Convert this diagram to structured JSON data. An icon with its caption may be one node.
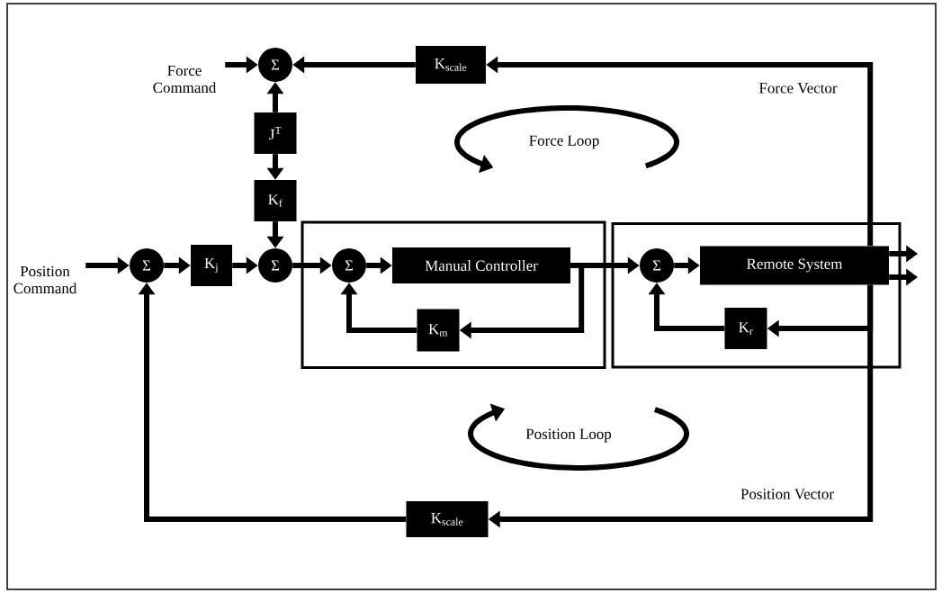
{
  "diagram": {
    "nodes": [
      {
        "text": [
          "Force Command"
        ]
      },
      {
        "text": [
          "Σ"
        ]
      },
      {
        "text": [
          "K$_{scale}$"
        ]
      },
      {
        "text": [
          "J$^{T}$"
        ]
      },
      {
        "text": [
          "K$_{f}$"
        ]
      },
      {
        "text": [
          "Position Command"
        ]
      },
      {
        "text": [
          "Σ"
        ]
      },
      {
        "text": [
          "K$_{j}$"
        ]
      },
      {
        "text": [
          "Σ"
        ]
      },
      {
        "text": [],
        "shape": "box"
      },
      {
        "text": [
          "Σ"
        ],
        "in": 9
      },
      {
        "text": [
          "Manual Controller"
        ],
        "in": 9
      },
      {
        "text": [
          "K$_{m}$"
        ],
        "in": 9
      },
      {
        "text": [],
        "shape": "box"
      },
      {
        "text": [
          "Σ"
        ],
        "in": 13
      },
      {
        "text": [
          "Remote System"
        ],
        "in": 13
      },
      {
        "text": [
          "K$_{r}$"
        ],
        "in": 13
      },
      {
        "text": [
          "K$_{scale}$"
        ]
      }
    ],
    "edges": [
      {
        "from": 0,
        "to": 1,
        "arrow": "to"
      },
      {
        "from": 2,
        "to": 1,
        "arrow": "to"
      },
      {
        "from": 3,
        "to": 1,
        "arrow": "to"
      },
      {
        "from": 3,
        "to": 4,
        "arrow": "to"
      },
      {
        "from": 4,
        "to": 8,
        "arrow": "to"
      },
      {
        "from": 5,
        "to": 6,
        "arrow": "to"
      },
      {
        "from": 6,
        "to": 7,
        "arrow": "to"
      },
      {
        "from": 7,
        "to": 8,
        "arrow": "to"
      },
      {
        "from": 8,
        "to": 10,
        "arrow": "to"
      },
      {
        "from": 10,
        "to": 11,
        "arrow": "to"
      },
      {
        "from": 11,
        "to": 14,
        "arrow": "to"
      },
      {
        "from": 11,
        "to": 12,
        "arrow": "to"
      },
      {
        "from": 12,
        "to": 10,
        "arrow": "to"
      },
      {
        "from": 14,
        "to": 15,
        "arrow": "to"
      },
      {
        "from": 15,
        "to": 16,
        "arrow": "to"
      },
      {
        "from": 16,
        "to": 14,
        "arrow": "to"
      },
      {
        "from": 15,
        "to": 2,
        "arrow": "to",
        "label": "Force Vector"
      },
      {
        "from": 15,
        "to": 17,
        "arrow": "to",
        "label": "Position Vector"
      },
      {
        "from": 17,
        "to": 6,
        "arrow": "to"
      },
      {
        "from": 15,
        "to": null,
        "arrow": "to"
      },
      {
        "from": 15,
        "to": null,
        "arrow": "to"
      }
    ],
    "labels": [
      "Force Loop",
      "Position Loop"
    ]
  }
}
